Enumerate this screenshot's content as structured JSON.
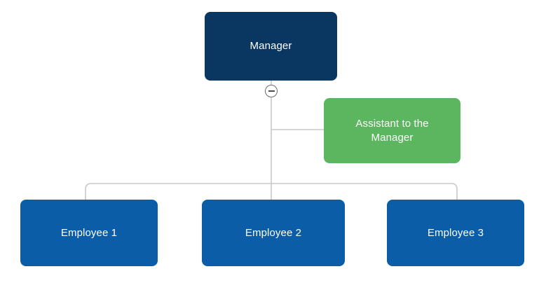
{
  "diagram": {
    "type": "organizational-chart",
    "background_color": "#ffffff",
    "connector_color": "#c8c8c8",
    "nodes": [
      {
        "id": "manager",
        "label": "Manager",
        "role": "root",
        "color": "#0a3761",
        "text_color": "#ffffff"
      },
      {
        "id": "assistant",
        "label": "Assistant to the\nManager",
        "role": "assistant",
        "color": "#5cb660",
        "text_color": "#ffffff"
      },
      {
        "id": "employee-1",
        "label": "Employee 1",
        "role": "subordinate",
        "color": "#0b5da8",
        "text_color": "#ffffff"
      },
      {
        "id": "employee-2",
        "label": "Employee 2",
        "role": "subordinate",
        "color": "#0b5da8",
        "text_color": "#ffffff"
      },
      {
        "id": "employee-3",
        "label": "Employee 3",
        "role": "subordinate",
        "color": "#0b5da8",
        "text_color": "#ffffff"
      }
    ],
    "toggle": {
      "icon": "collapse-minus-icon",
      "state": "expanded",
      "glyph": "minus"
    }
  }
}
